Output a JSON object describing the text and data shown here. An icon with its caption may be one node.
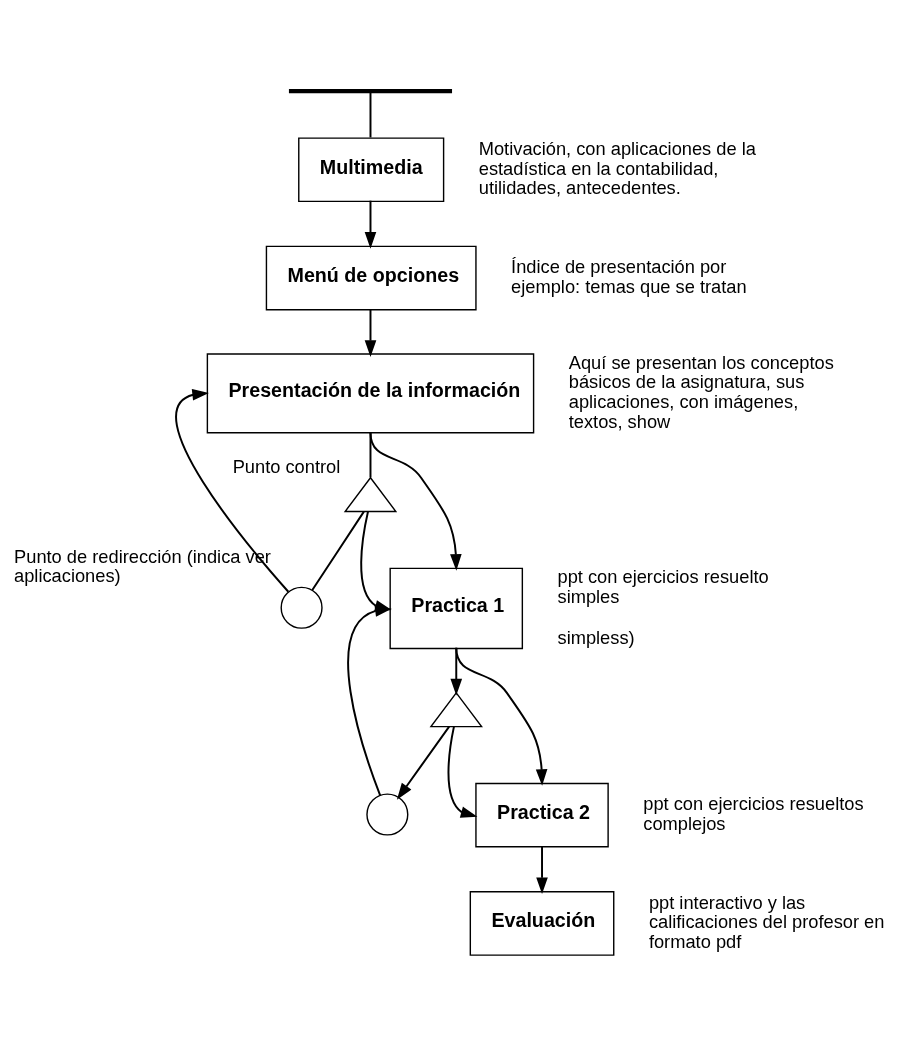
{
  "diagram": {
    "nodes": [
      {
        "text": [],
        "shape": "bar"
      },
      {
        "text": [
          "Multimedia"
        ],
        "beside": [
          "Motivación, con aplicaciones de la estadística en la contabilidad, utilidades, antecedentes."
        ]
      },
      {
        "text": [
          "Menú de opciones"
        ],
        "beside": [
          "Índice de presentación por ejemplo: temas que se tratan"
        ]
      },
      {
        "text": [
          "Presentación de la información"
        ],
        "beside": [
          "Aquí se presentan los conceptos básicos de la asignatura, sus aplicaciones, con imágenes, textos, show"
        ]
      },
      {
        "text": [],
        "shape": "triangle",
        "beside": [
          "Punto control"
        ]
      },
      {
        "text": [],
        "shape": "circle",
        "beside": [
          "Punto de redirección (indica ver aplicaciones)"
        ]
      },
      {
        "text": [
          "Practica 1"
        ],
        "beside": [
          "ppt con ejercicios resuelto simples",
          "simpless)"
        ]
      },
      {
        "text": [],
        "shape": "triangle"
      },
      {
        "text": [],
        "shape": "circle"
      },
      {
        "text": [
          "Practica 2"
        ],
        "beside": [
          "ppt con ejercicios resueltos complejos"
        ]
      },
      {
        "text": [
          "Evaluación"
        ],
        "beside": [
          "ppt interactivo y las calificaciones del profesor en formato pdf"
        ]
      }
    ],
    "edges": [
      {
        "from": 0,
        "to": 1,
        "arrow": "none"
      },
      {
        "from": 1,
        "to": 2,
        "arrow": "to"
      },
      {
        "from": 2,
        "to": 3,
        "arrow": "to"
      },
      {
        "from": 3,
        "to": 6,
        "arrow": "to"
      },
      {
        "from": 3,
        "to": 4,
        "arrow": "none"
      },
      {
        "from": 4,
        "to": 6,
        "arrow": "to"
      },
      {
        "from": 4,
        "to": 5,
        "arrow": "none"
      },
      {
        "from": 5,
        "to": 3,
        "arrow": "to"
      },
      {
        "from": 6,
        "to": 7,
        "arrow": "to"
      },
      {
        "from": 7,
        "to": 8,
        "arrow": "to"
      },
      {
        "from": 8,
        "to": 6,
        "arrow": "to"
      },
      {
        "from": 7,
        "to": 9,
        "arrow": "to"
      },
      {
        "from": 6,
        "to": 9,
        "arrow": "to"
      },
      {
        "from": 9,
        "to": 10,
        "arrow": "to"
      }
    ]
  }
}
